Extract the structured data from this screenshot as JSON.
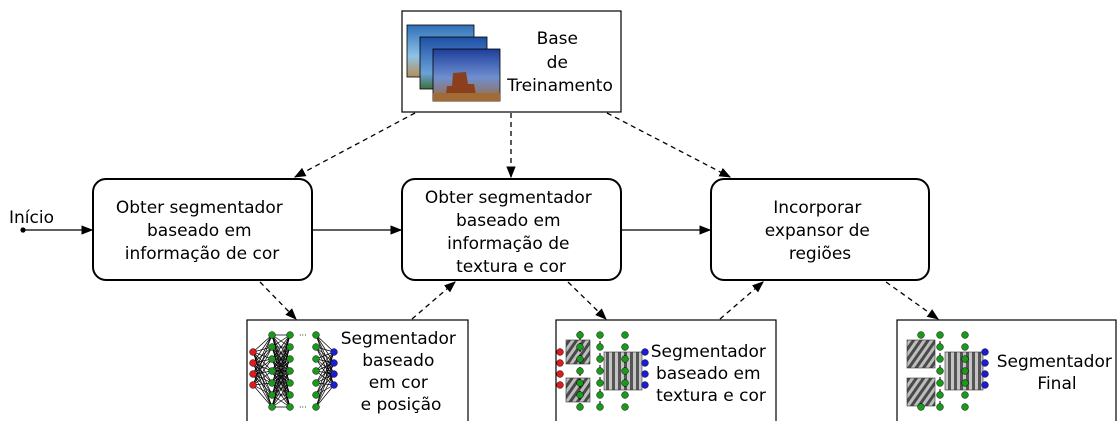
{
  "start_label": "Início",
  "training_base": {
    "lines": [
      "Base",
      "de",
      "Treinamento"
    ]
  },
  "steps": [
    {
      "lines": [
        "Obter segmentador",
        "baseado em",
        "informação de cor"
      ]
    },
    {
      "lines": [
        "Obter segmentador",
        "baseado em",
        "informação de",
        "textura e cor"
      ]
    },
    {
      "lines": [
        "Incorporar",
        "expansor de",
        "regiões"
      ]
    }
  ],
  "outputs": [
    {
      "lines": [
        "Segmentador",
        "baseado",
        "em cor",
        "e posição"
      ]
    },
    {
      "lines": [
        "Segmentador",
        "baseado em",
        "textura e cor"
      ]
    },
    {
      "lines": [
        "Segmentador",
        "Final"
      ]
    }
  ],
  "colors": {
    "input_node": "#e01b1b",
    "hidden_node": "#1a9a1a",
    "output_node": "#1c1cd6",
    "stroke": "#000000"
  }
}
